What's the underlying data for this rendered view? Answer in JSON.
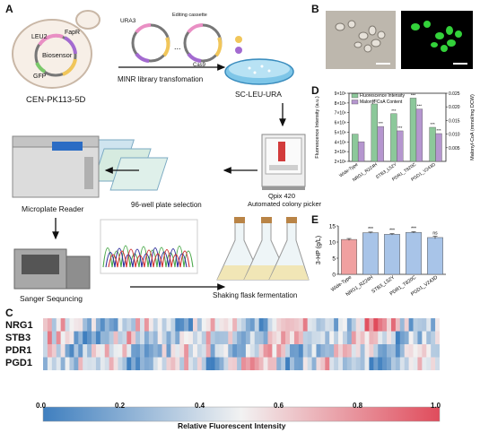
{
  "panels": {
    "a": "A",
    "b": "B",
    "c": "C",
    "d": "D",
    "e": "E"
  },
  "panel_a": {
    "strain_label": "CEN-PK113-5D",
    "plasmid_parts": {
      "leu2": "LEU2",
      "fapr": "FapR",
      "biosensor": "Biosensor",
      "gfp": "GFP"
    },
    "library_parts": {
      "ura3": "URA3",
      "editing_cassette": "Editing cassette",
      "cas9": "Cas9",
      "dots": "..."
    },
    "step_minr": "MINR library transfomation",
    "step_sc": "SC-LEU-URA",
    "step_qpix_name": "Qpix 420",
    "step_qpix_desc": "Automated colony picker",
    "step_96": "96-well plate selection",
    "step_reader": "Microplate Reader",
    "step_sanger": "Sanger Sequncing",
    "step_flask": "Shaking flask fermentation"
  },
  "panel_c": {
    "rows": [
      "NRG1",
      "STB3",
      "PDR1",
      "PGD1"
    ],
    "colorbar_ticks": [
      "0.0",
      "0.2",
      "0.4",
      "0.6",
      "0.8",
      "1.0"
    ],
    "colorbar_label": "Relative Fluorescent Intensity",
    "colors": {
      "low": "#3f7fbf",
      "mid": "#f2f2f2",
      "high": "#e04c5c"
    }
  },
  "chart_data": [
    {
      "type": "bar",
      "categories": [
        "Wide-Type",
        "NRG1_R224H",
        "STB3_L52Y",
        "PDR1_T820C",
        "PGD1_V243D"
      ],
      "ylabel": "Fluorescence Intensity (a.u.)",
      "y2label": "Malonyl-CoA (mmol/mg DCW)",
      "ylim": [
        2000000,
        9000000
      ],
      "y2lim": [
        0.0,
        0.025
      ],
      "yticks": [
        "9×10⁶",
        "8×10⁶",
        "7×10⁶",
        "6×10⁶",
        "5×10⁶",
        "4×10⁶",
        "3×10⁶",
        "2×10⁶"
      ],
      "y2ticks": [
        "0.025",
        "0.020",
        "0.015",
        "0.010",
        "0.005"
      ],
      "series": [
        {
          "name": "Fluorescence Intensity",
          "axis": "left",
          "color": "#8cc89a",
          "values": [
            4800000,
            7900000,
            6900000,
            8500000,
            5500000
          ]
        },
        {
          "name": "Malonyl-CoA Content",
          "axis": "right",
          "color": "#b596cf",
          "values": [
            0.0072,
            0.0128,
            0.0112,
            0.0192,
            0.0102
          ]
        }
      ],
      "significance": [
        "",
        "***",
        "***",
        "***",
        "***"
      ],
      "legend": "top-left"
    },
    {
      "type": "bar",
      "categories": [
        "Wide-Type",
        "NRG1_R224H",
        "STB3_L52Y",
        "PDR1_T820C",
        "PGD1_V243D"
      ],
      "ylabel": "3-HP (g/L)",
      "ylim": [
        0,
        15
      ],
      "yticks": [
        "0",
        "5",
        "10",
        "15"
      ],
      "values": [
        10.8,
        12.9,
        12.4,
        13.0,
        11.4
      ],
      "errors": [
        0.3,
        0.2,
        0.2,
        0.2,
        0.4
      ],
      "significance": [
        "",
        "***",
        "***",
        "***",
        "ns"
      ],
      "colors": {
        "control": "#f0a0a0",
        "mutant": "#a8c4e8"
      }
    }
  ]
}
